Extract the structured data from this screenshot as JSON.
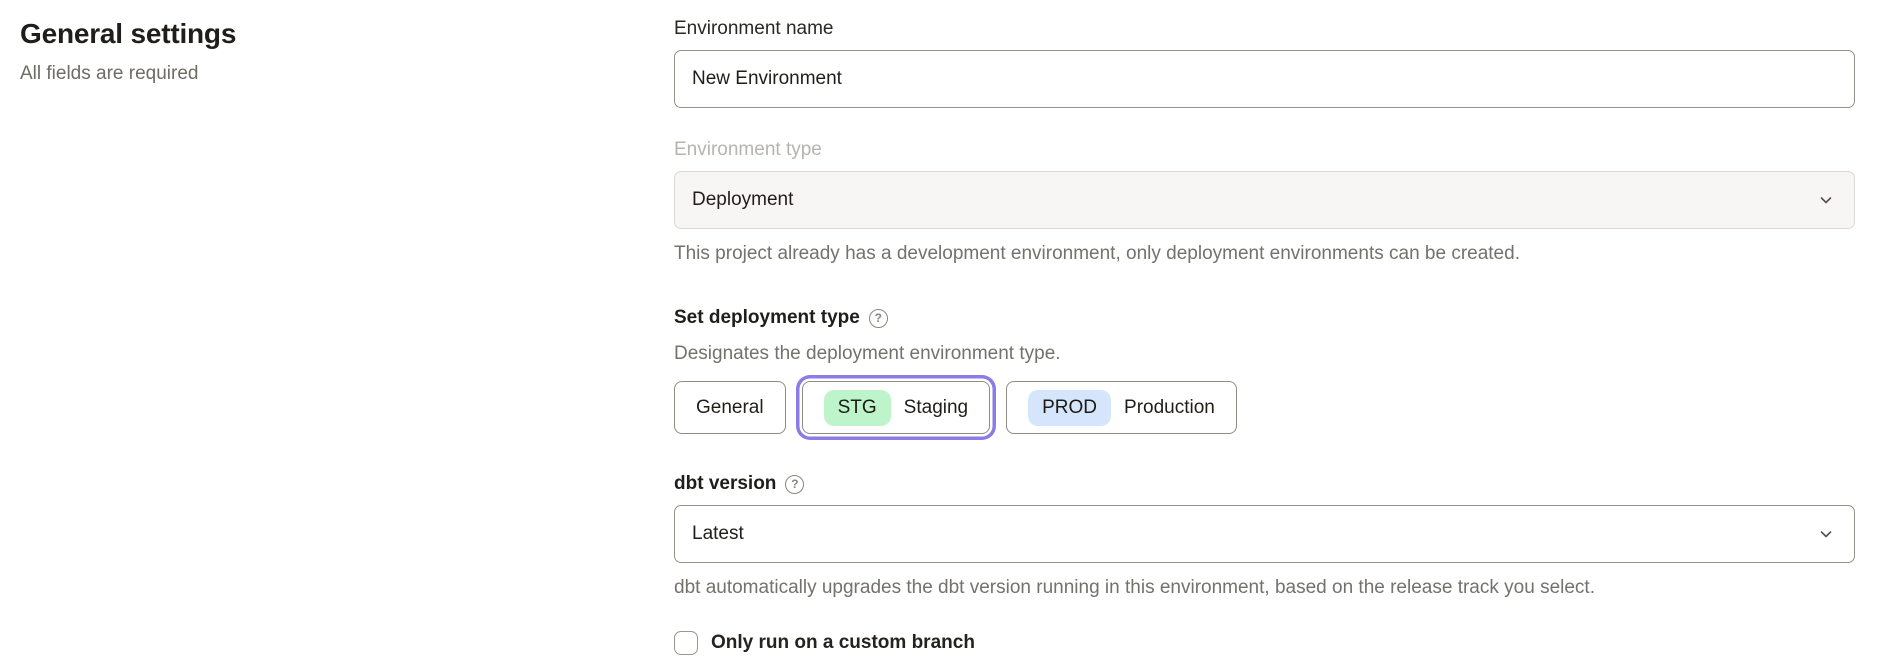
{
  "page": {
    "title": "General settings",
    "subtitle": "All fields are required"
  },
  "form": {
    "environment_name": {
      "label": "Environment name",
      "value": "New Environment"
    },
    "environment_type": {
      "label": "Environment type",
      "value": "Deployment",
      "disabled": true,
      "helper": "This project already has a development environment, only deployment environments can be created."
    },
    "deployment_type": {
      "label": "Set deployment type",
      "helper": "Designates the deployment environment type.",
      "options": [
        {
          "label": "General",
          "selected": false
        },
        {
          "badge": "STG",
          "label": "Staging",
          "selected": true,
          "badge_color": "#bdf4ca"
        },
        {
          "badge": "PROD",
          "label": "Production",
          "selected": false,
          "badge_color": "#d5e5fc"
        }
      ]
    },
    "dbt_version": {
      "label": "dbt version",
      "value": "Latest",
      "helper": "dbt automatically upgrades the dbt version running in this environment, based on the release track you select."
    },
    "custom_branch": {
      "label": "Only run on a custom branch",
      "checked": false
    }
  },
  "icons": {
    "dropdown": "chevron-down",
    "help": "question-mark-circle",
    "help_glyph": "?"
  },
  "colors": {
    "selected_ring_purple": "#8b7ce8",
    "badge_green": "#bdf4ca",
    "badge_blue": "#d5e5fc",
    "disabled_bg": "#f7f6f5",
    "border_gray": "#95918b",
    "helper_gray": "#75716b"
  }
}
